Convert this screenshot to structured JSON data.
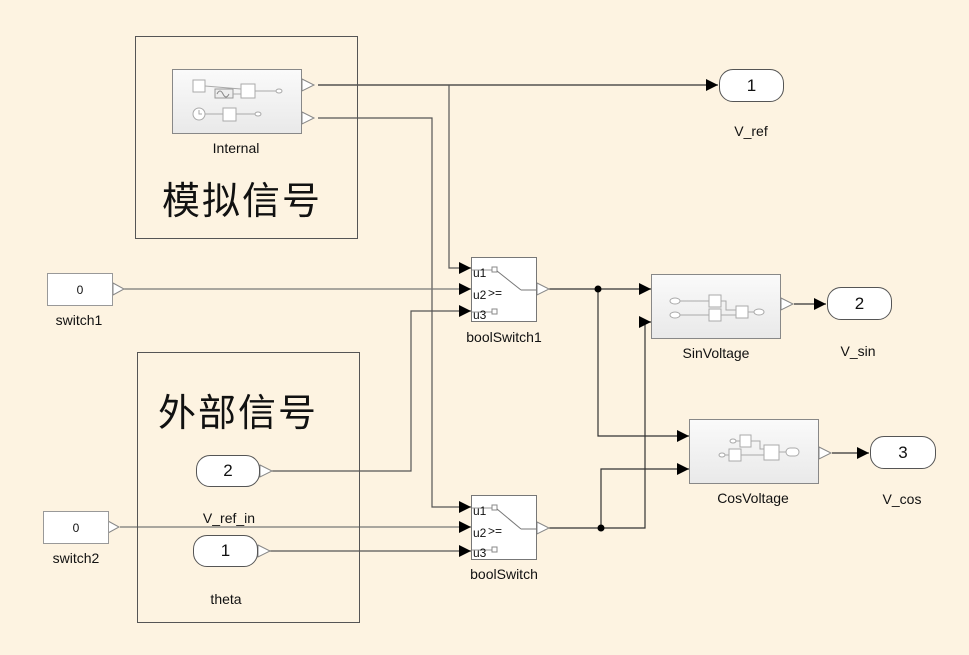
{
  "diagram": {
    "areas": [
      {
        "id": "analog",
        "title": "模拟信号"
      },
      {
        "id": "external",
        "title": "外部信号"
      }
    ],
    "subsystems": {
      "internal": {
        "name": "Internal"
      },
      "sin": {
        "name": "SinVoltage"
      },
      "cos": {
        "name": "CosVoltage"
      }
    },
    "constants": {
      "switch1": {
        "name": "switch1",
        "value": "0"
      },
      "switch2": {
        "name": "switch2",
        "value": "0"
      }
    },
    "switches": {
      "boolSwitch1": {
        "name": "boolSwitch1",
        "op": ">=",
        "ports": [
          "u1",
          "u2",
          "u3"
        ]
      },
      "boolSwitch": {
        "name": "boolSwitch",
        "op": ">=",
        "ports": [
          "u1",
          "u2",
          "u3"
        ]
      }
    },
    "inports": {
      "v_ref_in": {
        "name": "V_ref_in",
        "number": "2"
      },
      "theta": {
        "name": "theta",
        "number": "1"
      }
    },
    "outports": {
      "v_ref": {
        "name": "V_ref",
        "number": "1"
      },
      "v_sin": {
        "name": "V_sin",
        "number": "2"
      },
      "v_cos": {
        "name": "V_cos",
        "number": "3"
      }
    },
    "colors": {
      "canvas": "#fdf3e1",
      "wire": "#333333",
      "wire_light": "#888888"
    }
  }
}
